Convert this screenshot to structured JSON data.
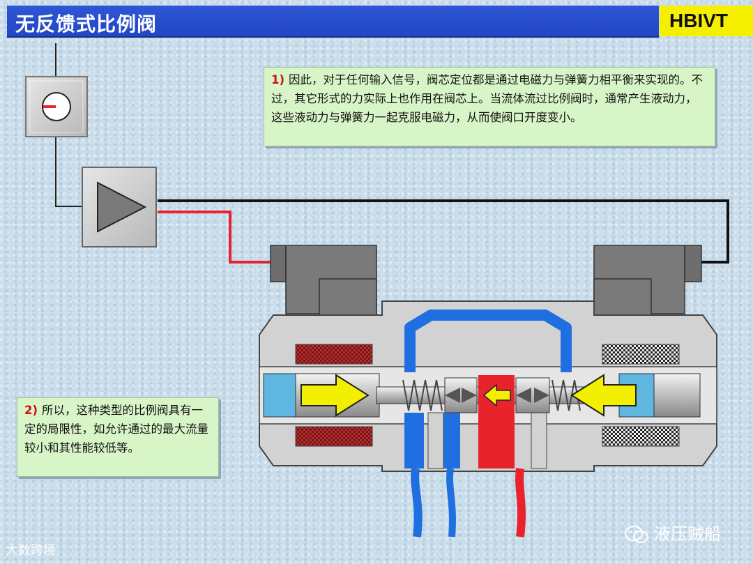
{
  "header": {
    "title": "无反馈式比例阀",
    "brand": "HBIVT"
  },
  "notes": [
    {
      "number": "1)",
      "text": "因此，对于任何输入信号，阀芯定位都是通过电磁力与弹簧力相平衡来实现的。不过，其它形式的力实际上也作用在阀芯上。当流体流过比例阀时，通常产生液动力，这些液动力与弹簧力一起克服电磁力，从而使阀口开度变小。"
    },
    {
      "number": "2)",
      "text": "所以，这种类型的比例阀具有一定的局限性，如允许通过的最大流量较小和其性能较低等。"
    }
  ],
  "watermarks": {
    "left": "大数跨境",
    "right": "液压贼船"
  },
  "icons": {
    "potentiometer": "potentiometer-icon",
    "amplifier": "amplifier-triangle-icon",
    "solenoid_arrow": "force-arrow-icon",
    "wechat": "wechat-icon"
  },
  "colors": {
    "title_bar": "#2347c4",
    "brand_bg": "#f5f000",
    "note_bg": "#d8f5c8",
    "signal_wire": "#e8232b",
    "return_wire": "#111111",
    "tank_line": "#1f6fe0",
    "pressure_line": "#e8232b",
    "coil_red": "#8a1a1a",
    "force_arrow": "#f2ef00"
  }
}
